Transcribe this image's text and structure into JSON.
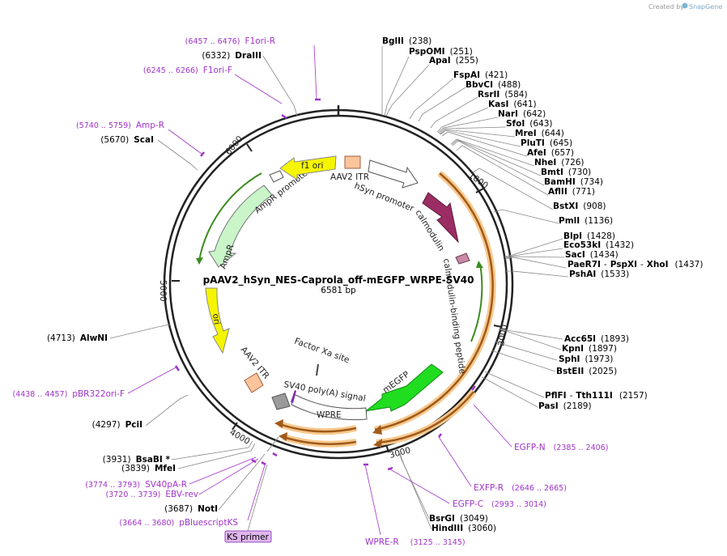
{
  "watermark": {
    "prefix": "Created by",
    "brand": "SnapGene"
  },
  "plasmid": {
    "name": "pAAV2_hSyn_NES-Caprola_off-mEGFP_WRPE-SV40",
    "size": "6581 bp"
  },
  "ticks": [
    "1000",
    "2000",
    "3000",
    "4000",
    "5000",
    "6000"
  ],
  "features": {
    "aav2_itr_top": "AAV2 ITR",
    "hsyn": "hSyn promoter",
    "calmodulin": "calmodulin",
    "cbp": "calmodulin-binding peptide",
    "megfp": "mEGFP",
    "wpre": "WPRE",
    "sv40pa": "SV40 poly(A) signal",
    "factor_xa": "Factor Xa site",
    "aav2_itr_bottom": "AAV2 ITR",
    "ori": "ori",
    "ampr": "AmpR",
    "ampr_promoter": "AmpR promoter",
    "f1ori": "f1 ori"
  },
  "enzymes_right": [
    {
      "name": "BglII",
      "pos": "(238)"
    },
    {
      "name": "PspOMI",
      "pos": "(251)"
    },
    {
      "name": "ApaI",
      "pos": "(255)"
    },
    {
      "name": "FspAI",
      "pos": "(421)"
    },
    {
      "name": "BbvCI",
      "pos": "(488)"
    },
    {
      "name": "RsrII",
      "pos": "(584)"
    },
    {
      "name": "KasI",
      "pos": "(641)"
    },
    {
      "name": "NarI",
      "pos": "(642)"
    },
    {
      "name": "SfoI",
      "pos": "(643)"
    },
    {
      "name": "MreI",
      "pos": "(644)"
    },
    {
      "name": "PluTI",
      "pos": "(645)"
    },
    {
      "name": "AfeI",
      "pos": "(657)"
    },
    {
      "name": "NheI",
      "pos": "(726)"
    },
    {
      "name": "BmtI",
      "pos": "(730)"
    },
    {
      "name": "BamHI",
      "pos": "(734)"
    },
    {
      "name": "AflII",
      "pos": "(771)"
    },
    {
      "name": "BstXI",
      "pos": "(908)"
    },
    {
      "name": "PmlI",
      "pos": "(1136)"
    },
    {
      "name": "BlpI",
      "pos": "(1428)"
    },
    {
      "name": "Eco53kI",
      "pos": "(1432)"
    },
    {
      "name": "SacI",
      "pos": "(1434)"
    },
    {
      "name": "PaeR7I",
      "pos": ""
    },
    {
      "name": "PspXI",
      "pos": ""
    },
    {
      "name": "XhoI",
      "pos": "(1437)"
    },
    {
      "name": "PshAI",
      "pos": "(1533)"
    },
    {
      "name": "Acc65I",
      "pos": "(1893)"
    },
    {
      "name": "KpnI",
      "pos": "(1897)"
    },
    {
      "name": "SphI",
      "pos": "(1973)"
    },
    {
      "name": "BstEII",
      "pos": "(2025)"
    },
    {
      "name": "PflFI",
      "pos": ""
    },
    {
      "name": "Tth111I",
      "pos": "(2157)"
    },
    {
      "name": "PasI",
      "pos": "(2189)"
    },
    {
      "name": "BsrGI",
      "pos": "(3049)"
    },
    {
      "name": "HindIII",
      "pos": "(3060)"
    }
  ],
  "enzymes_left": [
    {
      "name": "DraIII",
      "pos": "(6332)"
    },
    {
      "name": "ScaI",
      "pos": "(5670)"
    },
    {
      "name": "AlwNI",
      "pos": "(4713)"
    },
    {
      "name": "PciI",
      "pos": "(4297)"
    },
    {
      "name": "BsaBI *",
      "pos": "(3931)"
    },
    {
      "name": "MfeI",
      "pos": "(3839)"
    },
    {
      "name": "NotI",
      "pos": "(3687)"
    }
  ],
  "primers": [
    {
      "name": "F1ori-R",
      "range": "(6457 .. 6476)"
    },
    {
      "name": "F1ori-F",
      "range": "(6245 .. 6266)"
    },
    {
      "name": "Amp-R",
      "range": "(5740 .. 5759)"
    },
    {
      "name": "pBR322ori-F",
      "range": "(4438 .. 4457)"
    },
    {
      "name": "SV40pA-R",
      "range": "(3774 .. 3793)"
    },
    {
      "name": "EBV-rev",
      "range": "(3720 .. 3739)"
    },
    {
      "name": "pBluescriptKS",
      "range": "(3664 .. 3680)"
    },
    {
      "name": "EGFP-N",
      "range": "(2385 .. 2406)"
    },
    {
      "name": "EXFP-R",
      "range": "(2646 .. 2665)"
    },
    {
      "name": "EGFP-C",
      "range": "(2993 .. 3014)"
    },
    {
      "name": "WPRE-R",
      "range": "(3125 .. 3145)"
    }
  ],
  "ks_primer": "KS primer",
  "colors": {
    "backbone": "#222222",
    "orange_frame": "#f5b66a",
    "primer": "#a033c8",
    "calmodulin": "#9c2d64",
    "cbp": "#c98aa8",
    "megfp": "#20dd20",
    "itr": "#fbc49a",
    "ori": "#f5f500",
    "ampr": "#c9f5c9",
    "sv40": "#9a9a9a",
    "ks": "#e0b6ee"
  }
}
